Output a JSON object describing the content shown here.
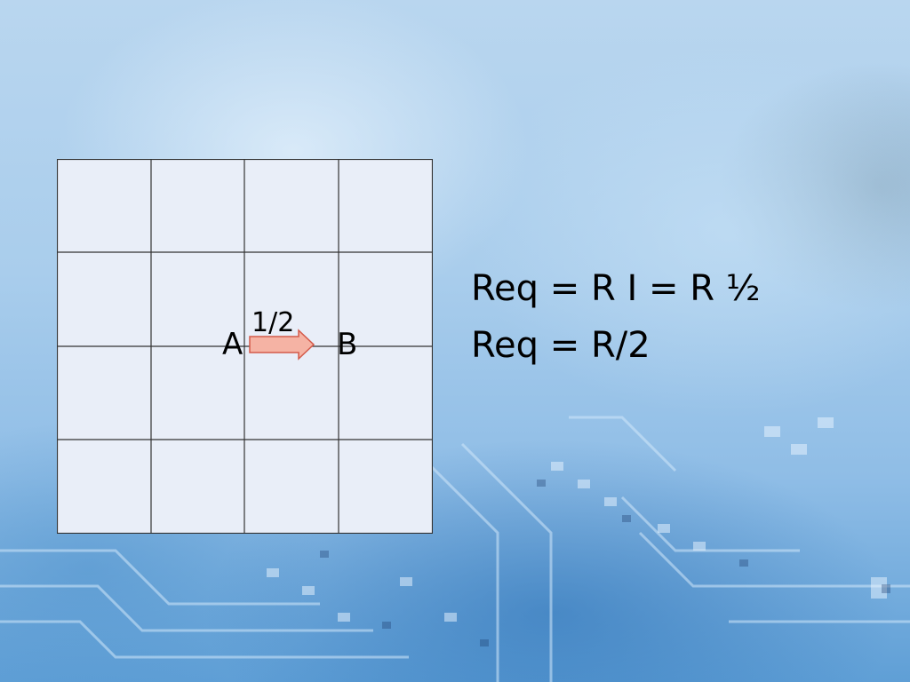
{
  "diagram": {
    "grid": {
      "rows": 4,
      "cols": 4
    },
    "node_a": "A",
    "node_b": "B",
    "current_label": "1/2"
  },
  "equations": {
    "line1": "Req = R I = R ½",
    "line2": "Req = R/2"
  },
  "colors": {
    "grid_line": "#333333",
    "grid_fill": "#e9eef8",
    "arrow_fill": "#f5b3a4",
    "arrow_stroke": "#d45a4a"
  }
}
